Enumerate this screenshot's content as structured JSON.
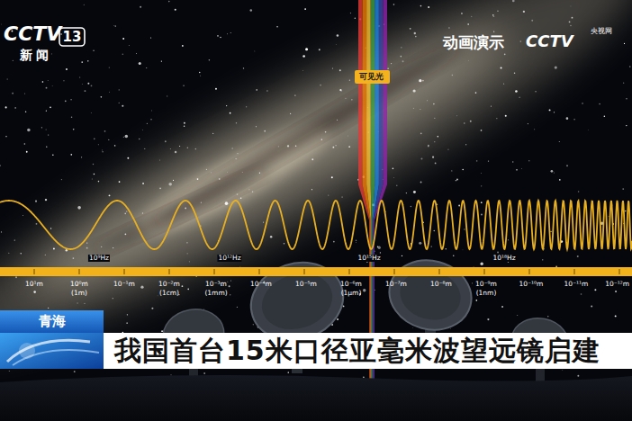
{
  "diagram": {
    "nodes": [
      {
        "text": [
          "可见光"
        ]
      },
      {
        "text": [
          "青海"
        ]
      },
      {
        "text": [
          "我国首台15米口径亚毫米波望远镜启建"
        ]
      }
    ],
    "labels": [
      "CCTV",
      "13",
      "新闻",
      "动画演示",
      "CCTV",
      "央视网",
      "10⁹Hz",
      "10¹²Hz",
      "10¹⁵Hz",
      "10¹⁸Hz",
      "10¹m",
      "10⁰m",
      "(1m)",
      "10⁻¹m",
      "10⁻²m",
      "(1cm)",
      "10⁻³m",
      "(1mm)",
      "10⁻⁴m",
      "10⁻⁵m",
      "10⁻⁶m",
      "(1μm)",
      "10⁻⁷m",
      "10⁻⁸m",
      "10⁻⁹m",
      "(1nm)",
      "10⁻¹⁰m",
      "10⁻¹¹m",
      "10⁻¹²m"
    ]
  }
}
